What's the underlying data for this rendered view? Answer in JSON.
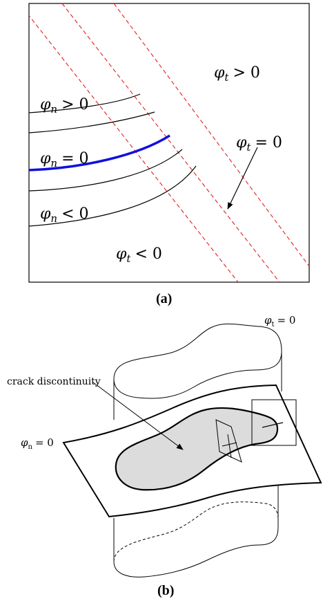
{
  "panel_a": {
    "caption": "(a)",
    "labels": {
      "phi_t_pos": "> 0",
      "phi_t_zero": "= 0",
      "phi_t_neg": "< 0",
      "phi_n_pos": "> 0",
      "phi_n_zero": "= 0",
      "phi_n_neg": "< 0"
    },
    "symbols": {
      "phi": "φ",
      "sub_t": "t",
      "sub_n": "n"
    },
    "colors": {
      "crack_level_set": "#1010e0",
      "tangent_level_sets": "#e02020",
      "normal_level_sets": "#000000"
    }
  },
  "panel_b": {
    "caption": "(b)",
    "crack_label": "crack discontinuity",
    "phi_t_label": {
      "phi": "φ",
      "sub": "t",
      "rel": "= 0"
    },
    "phi_n_label": {
      "phi": "φ",
      "sub": "n",
      "rel": "= 0"
    },
    "colors": {
      "crack_fill": "#dcdcdc"
    }
  }
}
